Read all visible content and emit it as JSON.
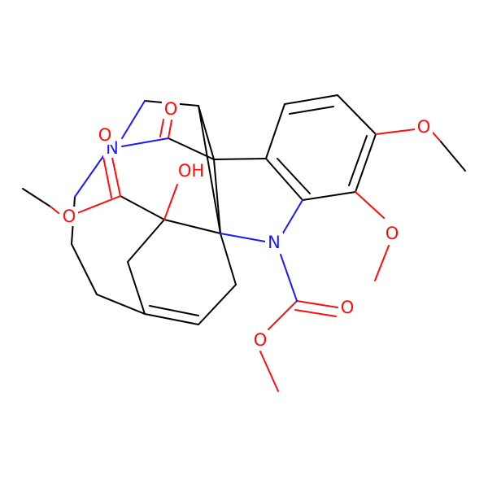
{
  "molecule": {
    "colors": {
      "carbon": "#000000",
      "oxygen": "#ff0d0d",
      "nitrogen": "#1a1aff",
      "background": "#ffffff"
    },
    "labels": {
      "n_top": "N",
      "n_indole": "N",
      "o_ketone": "O",
      "o_ester_carbonyl_top": "O",
      "oh": "OH",
      "o_ester_methoxy": "O",
      "o_aryl_methoxy_right": "O",
      "o_aryl_methoxy_lower": "O",
      "o_carbamate_carbonyl": "O",
      "o_carbamate_methoxy": "O"
    }
  }
}
